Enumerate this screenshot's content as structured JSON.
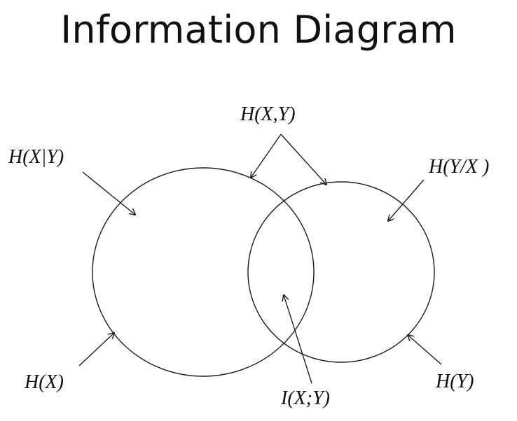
{
  "title": "Information Diagram",
  "labels": {
    "joint": "H(X,Y)",
    "conditional_x_given_y": "H(X|Y)",
    "conditional_y_given_x": "H(Y/X )",
    "entropy_x": "H(X)",
    "entropy_y": "H(Y)",
    "mutual_information": "I(X;Y)"
  }
}
